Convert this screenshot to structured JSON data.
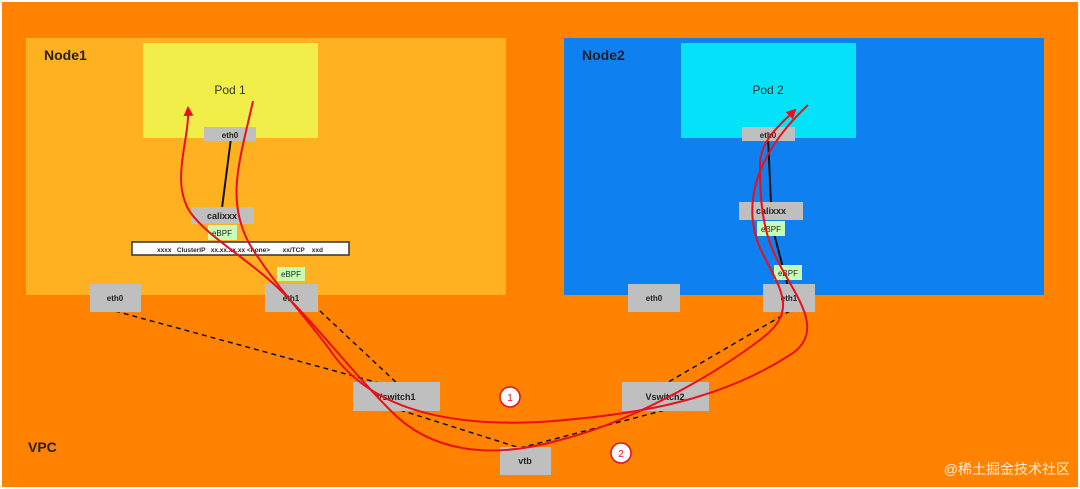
{
  "vpc": {
    "label": "VPC",
    "color": "#FF8200"
  },
  "node1": {
    "label": "Node1",
    "color": "#FFB122",
    "pod": {
      "label": "Pod 1",
      "color": "#F1EE4A"
    },
    "pod_eth0": "eth0",
    "cali": "calixxx",
    "ebpf_cali": "eBPF",
    "service_row": "xxxx   ClusterIP   xx.xx.xx.xx <none>       xx/TCP    xxd",
    "ebpf_eth1": "eBPF",
    "eth0": "eth0",
    "eth1": "eth1"
  },
  "node2": {
    "label": "Node2",
    "color": "#0F80F0",
    "pod": {
      "label": "Pod 2",
      "color": "#05E3FB"
    },
    "pod_eth0": "eth0",
    "cali": "calixxx",
    "ebpf_cali": "eBPF",
    "ebpf_eth1": "eBPF",
    "eth0": "eth0",
    "eth1": "eth1"
  },
  "vswitch1": "Vswitch1",
  "vswitch2": "Vswitch2",
  "vtb": "vtb",
  "markers": {
    "one": "1",
    "two": "2"
  },
  "watermark": "@稀土掘金技术社区",
  "colors": {
    "box_gray": "#BFBFBF",
    "ebpf_green": "#C6FFB4",
    "path_red": "#E8101A"
  }
}
